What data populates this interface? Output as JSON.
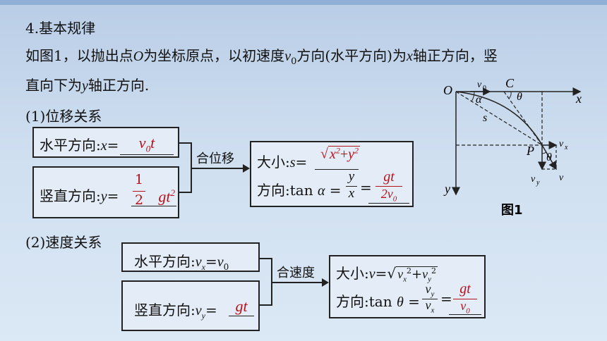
{
  "heading": "4.基本规律",
  "intro": {
    "p1": "如图1，以抛出点",
    "o": "O",
    "p2": "为坐标原点，以初速度",
    "v": "v",
    "v_sub": "0",
    "p3": "方向(水平方向)为",
    "x": "x",
    "p4": "轴正方向，竖",
    "line2a": "直向下为",
    "y": "y",
    "line2b": "轴正方向."
  },
  "displacement": {
    "title": "(1)位移关系",
    "horiz_label": "水平方向:",
    "horiz_var": "x",
    "horiz_eq": "=",
    "horiz_answer": "v",
    "horiz_answer_sub": "0",
    "horiz_answer_t": "t",
    "vert_label": "竖直方向:",
    "vert_var": "y",
    "vert_eq": "=",
    "vert_frac_num": "1",
    "vert_frac_den": "2",
    "vert_answer": "gt",
    "vert_answer_sup": "2",
    "combine": "合位移",
    "mag_label": "大小:",
    "mag_var": "s",
    "mag_eq": "=",
    "mag_x": "x",
    "mag_plus": "+",
    "mag_y": "y",
    "mag_sup": "2",
    "dir_label": "方向:tan ",
    "dir_angle": "α",
    "dir_eq": " =",
    "dir_num": "y",
    "dir_den": "x",
    "dir_eq2": "=",
    "dir_ans_num": "gt",
    "dir_ans_den": "2v",
    "dir_ans_den_sub": "0"
  },
  "velocity": {
    "title": "(2)速度关系",
    "horiz_label": "水平方向:",
    "horiz_expr_v": "v",
    "horiz_expr_sub": "x",
    "horiz_expr_eq": "=",
    "horiz_expr_v0": "v",
    "horiz_expr_v0_sub": "0",
    "vert_label": "竖直方向:",
    "vert_v": "v",
    "vert_sub": "y",
    "vert_eq": "=",
    "vert_answer": "gt",
    "combine": "合速度",
    "mag_label": "大小:",
    "mag_v": "v",
    "mag_eq": "=",
    "mag_vx": "v",
    "mag_vx_sub": "x",
    "mag_plus": "+",
    "mag_vy": "v",
    "mag_vy_sub": "y",
    "mag_sup": "2",
    "dir_label": "方向:tan ",
    "dir_angle": "θ",
    "dir_eq": " =",
    "dir_num_v": "v",
    "dir_num_sub": "y",
    "dir_den_v": "v",
    "dir_den_sub": "x",
    "dir_eq2": "=",
    "dir_ans_num": "gt",
    "dir_ans_den": "v",
    "dir_ans_den_sub": "0"
  },
  "figure": {
    "caption": "图1",
    "O": "O",
    "C": "C",
    "P": "P",
    "x": "x",
    "y": "y",
    "s": "s",
    "alpha": "α",
    "theta_c": "θ",
    "theta_p": "θ",
    "v0": "v",
    "v0_sub": "0",
    "vx": "v",
    "vx_sub": "x",
    "vy": "v",
    "vy_sub": "y",
    "v": "v"
  }
}
